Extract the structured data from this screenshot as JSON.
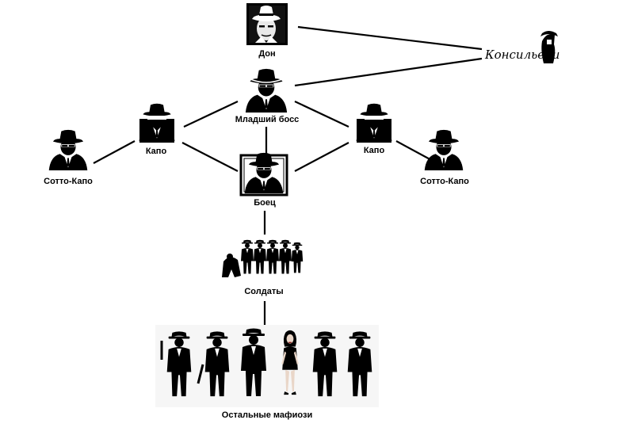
{
  "diagram": {
    "don": "Дон",
    "consigliere": "Консильери",
    "underboss": "Младший босс",
    "capo_left": "Капо",
    "capo_right": "Капо",
    "sotto_left": "Сотто-Капо",
    "sotto_right": "Сотто-Капо",
    "soldier": "Боец",
    "soldiers": "Солдаты",
    "others": "Остальные мафиози"
  },
  "colors": {
    "ink": "#000000",
    "background": "#ffffff",
    "face": "#e9e9e9",
    "shirt": "#ffffff",
    "lips": "#8a1c1c"
  }
}
